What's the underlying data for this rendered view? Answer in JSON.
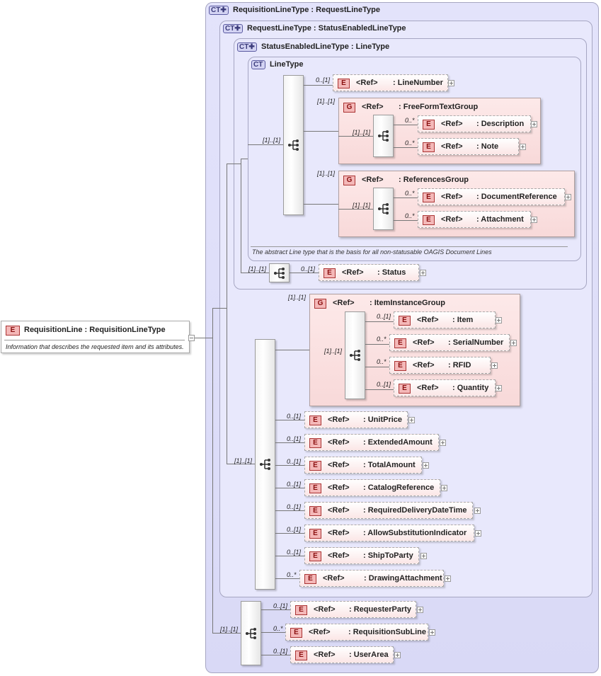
{
  "root": {
    "badge": "E",
    "title": "RequisitionLine : RequisitionLineType",
    "doc": "Information that describes the requested item and its attributes."
  },
  "types": {
    "requisition_line_type": {
      "badge": "CT",
      "title": "RequisitionLineType : RequestLineType"
    },
    "request_line_type": {
      "badge": "CT",
      "title": "RequestLineType : StatusEnabledLineType"
    },
    "status_enabled_line_type": {
      "badge": "CT",
      "title": "StatusEnabledLineType : LineType"
    },
    "line_type": {
      "badge": "CT",
      "title": "LineType",
      "doc": "The abstract Line type that is the basis for all non-statusable OAGIS Document Lines"
    }
  },
  "ref_label": "<Ref>",
  "element_badge": "E",
  "group_badge": "G",
  "cardinalities": {
    "one_one": "[1]..[1]",
    "zero_one": "0..[1]",
    "zero_many": "0..*"
  },
  "line_type_content": {
    "line_number": {
      "name": ": LineNumber",
      "card": "0..[1]"
    },
    "free_form_text_group": {
      "name": ": FreeFormTextGroup",
      "card": "[1]..[1]",
      "items": [
        {
          "name": ": Description",
          "card": "0..*"
        },
        {
          "name": ": Note",
          "card": "0..*"
        }
      ]
    },
    "references_group": {
      "name": ": ReferencesGroup",
      "card": "[1]..[1]",
      "items": [
        {
          "name": ": DocumentReference",
          "card": "0..*"
        },
        {
          "name": ": Attachment",
          "card": "0..*"
        }
      ]
    }
  },
  "status": {
    "name": ": Status",
    "card": "0..[1]"
  },
  "item_instance_group": {
    "name": ": ItemInstanceGroup",
    "card": "[1]..[1]",
    "items": [
      {
        "name": ": Item",
        "card": "0..[1]"
      },
      {
        "name": ": SerialNumber",
        "card": "0..*"
      },
      {
        "name": ": RFID",
        "card": "0..*"
      },
      {
        "name": ": Quantity",
        "card": "0..[1]"
      }
    ]
  },
  "request_line_elements": [
    {
      "name": ": UnitPrice",
      "card": "0..[1]"
    },
    {
      "name": ": ExtendedAmount",
      "card": "0..[1]"
    },
    {
      "name": ": TotalAmount",
      "card": "0..[1]"
    },
    {
      "name": ": CatalogReference",
      "card": "0..[1]"
    },
    {
      "name": ": RequiredDeliveryDateTime",
      "card": "0..[1]"
    },
    {
      "name": ": AllowSubstitutionIndicator",
      "card": "0..[1]"
    },
    {
      "name": ": ShipToParty",
      "card": "0..[1]"
    },
    {
      "name": ": DrawingAttachment",
      "card": "0..*"
    }
  ],
  "requisition_line_elements": [
    {
      "name": ": RequesterParty",
      "card": "0..[1]"
    },
    {
      "name": ": RequisitionSubLine",
      "card": "0..*"
    },
    {
      "name": ": UserArea",
      "card": "0..[1]"
    }
  ]
}
